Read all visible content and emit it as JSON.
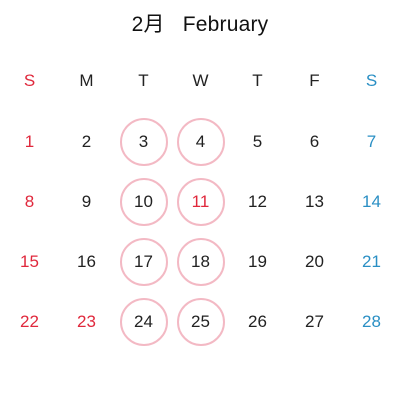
{
  "title": {
    "month_number": "2月",
    "month_name": "February"
  },
  "weekdays": [
    {
      "label": "S",
      "color": "#e0283c"
    },
    {
      "label": "M",
      "color": "#222222"
    },
    {
      "label": "T",
      "color": "#222222"
    },
    {
      "label": "W",
      "color": "#222222"
    },
    {
      "label": "T",
      "color": "#222222"
    },
    {
      "label": "F",
      "color": "#222222"
    },
    {
      "label": "S",
      "color": "#2a8fc4"
    }
  ],
  "weeks": [
    [
      {
        "day": "1",
        "color": "#e0283c",
        "circled": false
      },
      {
        "day": "2",
        "color": "#222222",
        "circled": false
      },
      {
        "day": "3",
        "color": "#222222",
        "circled": true
      },
      {
        "day": "4",
        "color": "#222222",
        "circled": true
      },
      {
        "day": "5",
        "color": "#222222",
        "circled": false
      },
      {
        "day": "6",
        "color": "#222222",
        "circled": false
      },
      {
        "day": "7",
        "color": "#2a8fc4",
        "circled": false
      }
    ],
    [
      {
        "day": "8",
        "color": "#e0283c",
        "circled": false
      },
      {
        "day": "9",
        "color": "#222222",
        "circled": false
      },
      {
        "day": "10",
        "color": "#222222",
        "circled": true
      },
      {
        "day": "11",
        "color": "#e0283c",
        "circled": true
      },
      {
        "day": "12",
        "color": "#222222",
        "circled": false
      },
      {
        "day": "13",
        "color": "#222222",
        "circled": false
      },
      {
        "day": "14",
        "color": "#2a8fc4",
        "circled": false
      }
    ],
    [
      {
        "day": "15",
        "color": "#e0283c",
        "circled": false
      },
      {
        "day": "16",
        "color": "#222222",
        "circled": false
      },
      {
        "day": "17",
        "color": "#222222",
        "circled": true
      },
      {
        "day": "18",
        "color": "#222222",
        "circled": true
      },
      {
        "day": "19",
        "color": "#222222",
        "circled": false
      },
      {
        "day": "20",
        "color": "#222222",
        "circled": false
      },
      {
        "day": "21",
        "color": "#2a8fc4",
        "circled": false
      }
    ],
    [
      {
        "day": "22",
        "color": "#e0283c",
        "circled": false
      },
      {
        "day": "23",
        "color": "#e0283c",
        "circled": false
      },
      {
        "day": "24",
        "color": "#222222",
        "circled": true
      },
      {
        "day": "25",
        "color": "#222222",
        "circled": true
      },
      {
        "day": "26",
        "color": "#222222",
        "circled": false
      },
      {
        "day": "27",
        "color": "#222222",
        "circled": false
      },
      {
        "day": "28",
        "color": "#2a8fc4",
        "circled": false
      }
    ]
  ],
  "colors": {
    "sunday": "#e0283c",
    "holiday": "#e0283c",
    "saturday": "#2a8fc4",
    "weekday": "#222222",
    "highlight_ring": "#f3b9c4"
  }
}
